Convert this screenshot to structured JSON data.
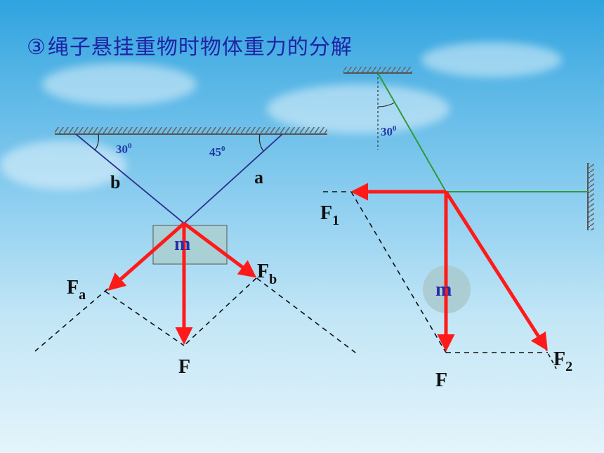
{
  "title": {
    "marker": "③",
    "text": "绳子悬挂重物时物体重力的分解"
  },
  "left_diagram": {
    "angle_b": "30",
    "angle_b_sup": "0",
    "angle_a": "45",
    "angle_a_sup": "0",
    "rope_b_label": "b",
    "rope_a_label": "a",
    "mass_label": "m",
    "force_a_label": "F",
    "force_a_sub": "a",
    "force_b_label": "F",
    "force_b_sub": "b",
    "force_label": "F"
  },
  "right_diagram": {
    "angle": "30",
    "angle_sup": "0",
    "mass_label": "m",
    "force1_label": "F",
    "force1_sub": "1",
    "force2_label": "F",
    "force2_sub": "2",
    "force_label": "F"
  },
  "colors": {
    "title": "#1f23a6",
    "arrow": "#ff1a1a",
    "rope_left": "#2a2f8f",
    "rope_right": "#2e9a3a",
    "angle_text": "#1f3aa6"
  }
}
